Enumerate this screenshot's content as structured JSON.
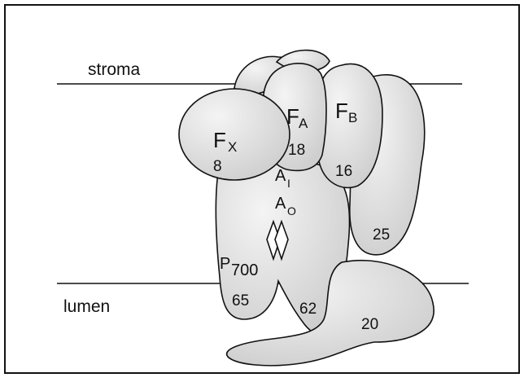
{
  "labels": {
    "stroma": "stroma",
    "lumen": "lumen",
    "fx_main": "F",
    "fx_sub": "X",
    "fa_main": "F",
    "fa_sub": "A",
    "fb_main": "F",
    "fb_sub": "B",
    "a1_main": "A",
    "a1_sub": "I",
    "a0_main": "A",
    "a0_sub": "O",
    "p700_main": "P",
    "p700_sub": "700",
    "n8": "8",
    "n18": "18",
    "n16": "16",
    "n25": "25",
    "n65": "65",
    "n62": "62",
    "n20": "20"
  },
  "colors": {
    "stroke": "#111111",
    "fill": "#e9e9e9",
    "background": "#ffffff"
  }
}
